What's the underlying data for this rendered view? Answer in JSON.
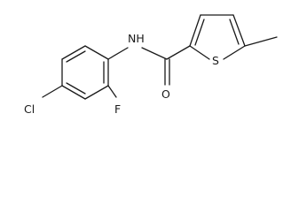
{
  "molecule": {
    "atoms": {
      "nitrogen_h": "NH",
      "oxygen": "O",
      "sulfur": "S",
      "chlorine": "Cl",
      "fluorine": "F"
    }
  }
}
